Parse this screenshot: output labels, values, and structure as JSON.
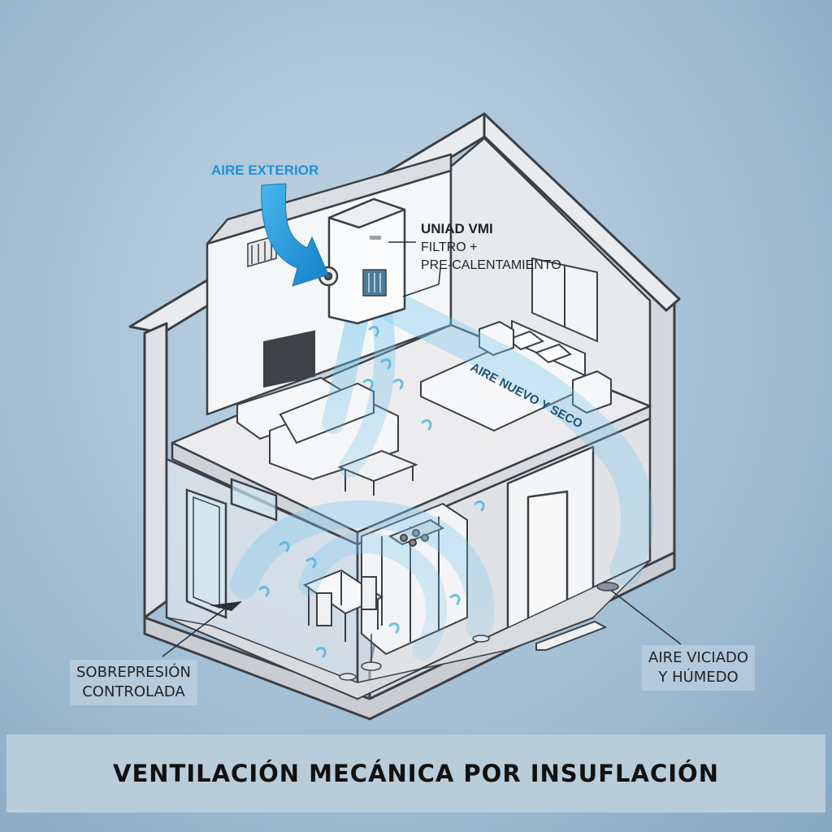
{
  "labels": {
    "outside_air": "AIRE EXTERIOR",
    "unit_title": "UNIAD VMI",
    "unit_line1": "FILTRO +",
    "unit_line2": "PRE-CALENTAMIENTO",
    "fresh_air": "AIRE NUEVO Y SECO",
    "overpressure_line1": "SOBREPRESIÓN",
    "overpressure_line2": "CONTROLADA",
    "stale_line1": "AIRE VICIADO",
    "stale_line2": "Y HÚMEDO"
  },
  "banner": {
    "title": "VENTILACIÓN MECÁNICA POR INSUFLACIÓN"
  },
  "colors": {
    "airflow": "#4fb2e0",
    "arrow": "#1e93d4",
    "wall": "#f3f4f6",
    "outline": "#3b4046"
  }
}
